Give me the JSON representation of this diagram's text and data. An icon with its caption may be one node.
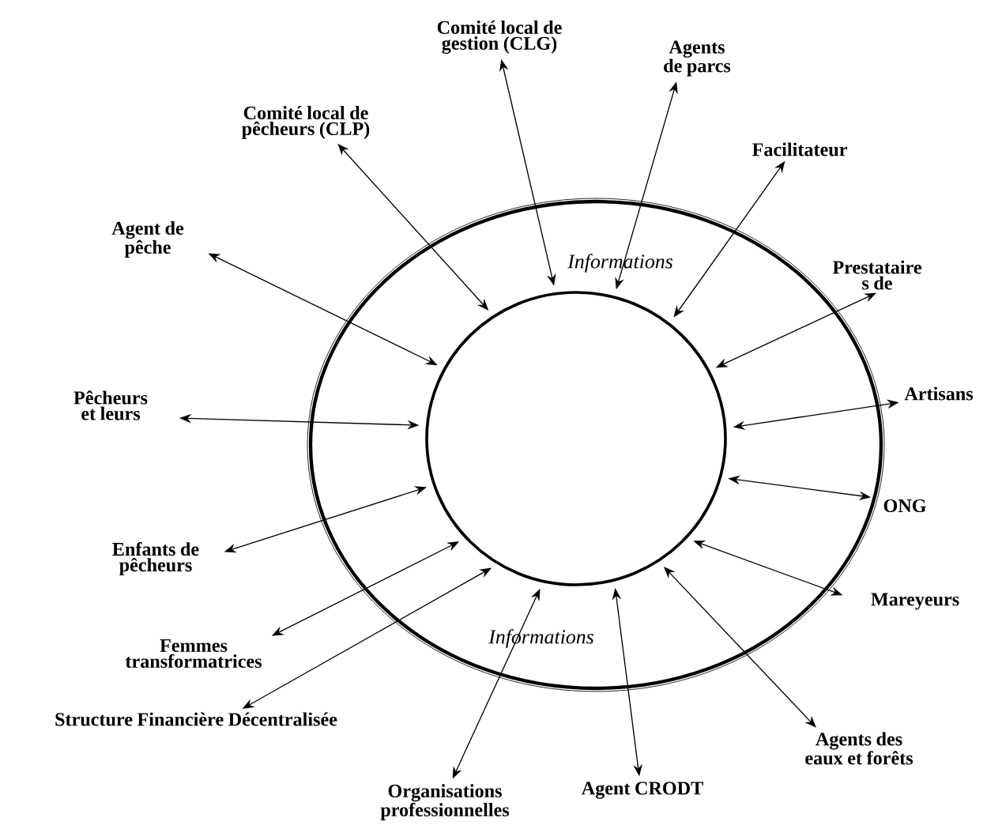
{
  "diagram": {
    "nodes": [
      {
        "text": [
          "Informations",
          "Informations"
        ]
      },
      {
        "text": [],
        "shape": "circle",
        "in": 0
      },
      {
        "text": [
          "Comité local de gestion (CLG)"
        ]
      },
      {
        "text": [
          "Agents de parcs"
        ]
      },
      {
        "text": [
          "Comité local de pêcheurs (CLP)"
        ]
      },
      {
        "text": [
          "Facilitateur"
        ]
      },
      {
        "text": [
          "Agent de pêche"
        ]
      },
      {
        "text": [
          "Prestataire s de"
        ]
      },
      {
        "text": [
          "Pêcheurs et leurs"
        ]
      },
      {
        "text": [
          "Artisans"
        ]
      },
      {
        "text": [
          "Enfants de pêcheurs"
        ]
      },
      {
        "text": [
          "ONG"
        ]
      },
      {
        "text": [
          "Femmes transformatrices"
        ]
      },
      {
        "text": [
          "Mareyeurs"
        ]
      },
      {
        "text": [
          "Structure Financière Décentralisée"
        ]
      },
      {
        "text": [
          "Organisations professionnelles"
        ]
      },
      {
        "text": [
          "Agent CRODT"
        ]
      },
      {
        "text": [
          "Agents des eaux et forêts"
        ]
      }
    ],
    "edges": [
      {
        "from": 1,
        "to": 2,
        "arrow": "both"
      },
      {
        "from": 1,
        "to": 3,
        "arrow": "both"
      },
      {
        "from": 1,
        "to": 4,
        "arrow": "both"
      },
      {
        "from": 1,
        "to": 5,
        "arrow": "both"
      },
      {
        "from": 1,
        "to": 6,
        "arrow": "both"
      },
      {
        "from": 1,
        "to": 7,
        "arrow": "both"
      },
      {
        "from": 1,
        "to": 8,
        "arrow": "both"
      },
      {
        "from": 1,
        "to": 9,
        "arrow": "both"
      },
      {
        "from": 1,
        "to": 10,
        "arrow": "both"
      },
      {
        "from": 1,
        "to": 11,
        "arrow": "both"
      },
      {
        "from": 1,
        "to": 12,
        "arrow": "both"
      },
      {
        "from": 1,
        "to": 13,
        "arrow": "both"
      },
      {
        "from": 1,
        "to": 14,
        "arrow": "both"
      },
      {
        "from": 1,
        "to": 15,
        "arrow": "both"
      },
      {
        "from": 1,
        "to": 16,
        "arrow": "both"
      },
      {
        "from": 1,
        "to": 17,
        "arrow": "both"
      }
    ]
  }
}
